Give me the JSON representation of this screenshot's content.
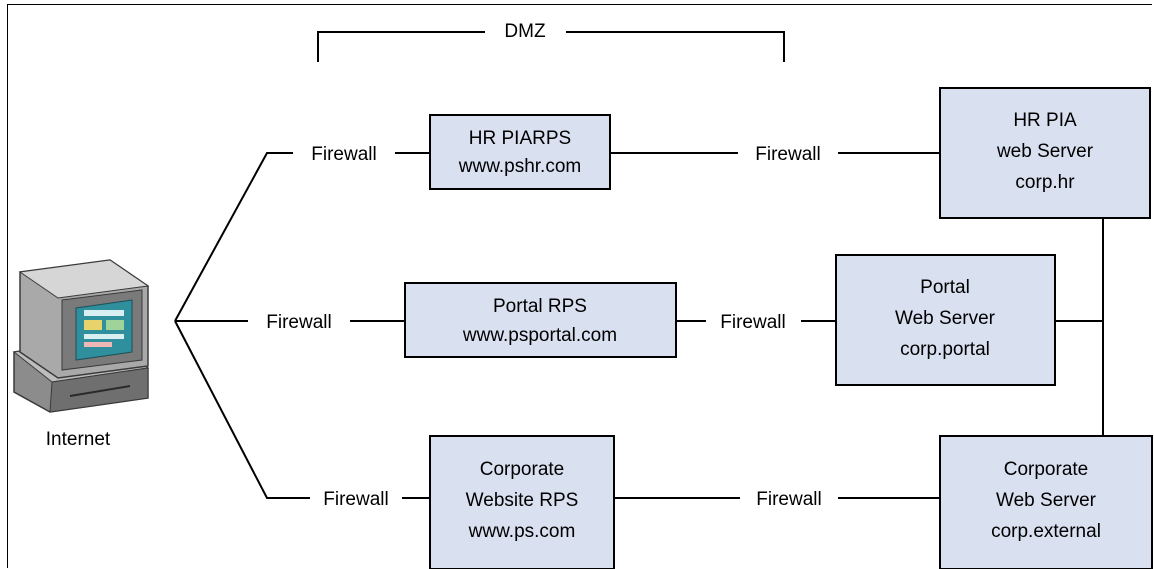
{
  "dmz_label": "DMZ",
  "internet_label": "Internet",
  "firewall_label": "Firewall",
  "boxes": {
    "hr_rps": [
      "HR PIARPS",
      "www.pshr.com"
    ],
    "hr_pia": [
      "HR PIA",
      "web Server",
      "corp.hr"
    ],
    "portal_rps": [
      "Portal RPS",
      "www.psportal.com"
    ],
    "portal_web": [
      "Portal",
      "Web Server",
      "corp.portal"
    ],
    "corp_rps": [
      "Corporate",
      "Website RPS",
      "www.ps.com"
    ],
    "corp_web": [
      "Corporate",
      "Web Server",
      "corp.external"
    ]
  }
}
